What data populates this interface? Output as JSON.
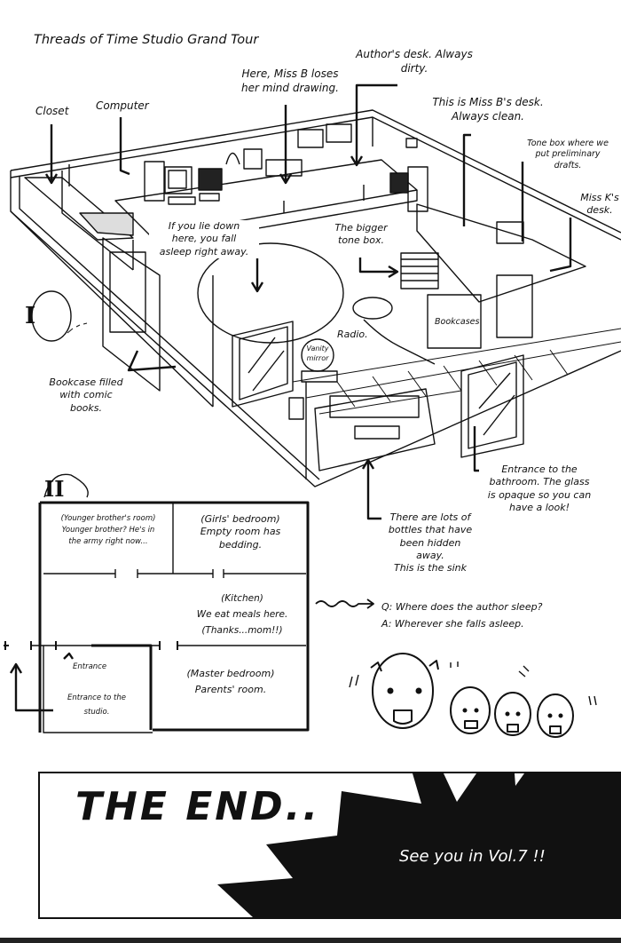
{
  "page": {
    "title": "Threads of Time Studio Grand Tour"
  },
  "studio": {
    "section_label": "I",
    "labels": {
      "closet": "Closet",
      "computer": "Computer",
      "miss_b_loses_1": "Here, Miss B loses",
      "miss_b_loses_2": "her mind drawing.",
      "author_desk_1": "Author's desk.  Always",
      "author_desk_2": "dirty.",
      "miss_b_desk_1": "This is Miss B's desk.",
      "miss_b_desk_2": "Always clean.",
      "tone_box_1": "Tone box where we",
      "tone_box_2": "put preliminary",
      "tone_box_3": "drafts.",
      "miss_k_1": "Miss K's",
      "miss_k_2": "desk.",
      "lie_down_1": "If you lie down",
      "lie_down_2": "here, you fall",
      "lie_down_3": "asleep right away.",
      "bigger_tone_1": "The bigger",
      "bigger_tone_2": "tone box.",
      "radio": "Radio.",
      "bookcases": "Bookcases",
      "vanity_1": "Vanity",
      "vanity_2": "mirror",
      "comic_1": "Bookcase filled",
      "comic_2": "with comic",
      "comic_3": "books.",
      "bathroom_1": "Entrance to the",
      "bathroom_2": "bathroom. The glass",
      "bathroom_3": "is opaque so you can",
      "bathroom_4": "have a look!",
      "sink_1": "There are lots of",
      "sink_2": "bottles that have",
      "sink_3": "been hidden",
      "sink_4": "away.",
      "sink_5": "This is the sink"
    }
  },
  "floorplan": {
    "section_label": "II",
    "rooms": {
      "brother_1": "(Younger brother's room)",
      "brother_2": "Younger brother?  He's in",
      "brother_3": "the army right now...",
      "girls_1": "(Girls' bedroom)",
      "girls_2": "Empty room has",
      "girls_3": "bedding.",
      "kitchen_1": "(Kitchen)",
      "kitchen_2": "We eat meals here.",
      "kitchen_3": "(Thanks...mom!!)",
      "master_1": "(Master bedroom)",
      "master_2": "Parents' room.",
      "entrance": "Entrance",
      "entrance_studio_1": "Entrance to the",
      "entrance_studio_2": "studio."
    }
  },
  "qa": {
    "question": "Q: Where does the author sleep?",
    "answer": "A: Wherever she falls asleep."
  },
  "ending": {
    "title": "THE END..",
    "subtitle": "See you in Vol.7 !!"
  }
}
